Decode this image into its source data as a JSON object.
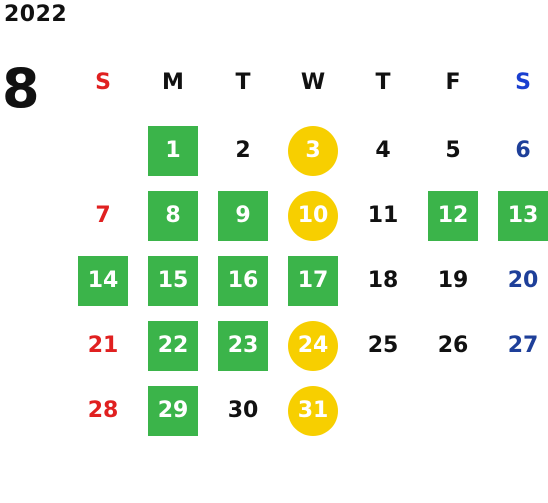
{
  "year": "2022",
  "month": "8",
  "weekdays": [
    "S",
    "M",
    "T",
    "W",
    "T",
    "F",
    "S"
  ],
  "colors": {
    "green": "#3bb44a",
    "yellow": "#f7cf00",
    "sunday": "#e02020",
    "saturday": "#1e3f99"
  },
  "weeks": [
    [
      {
        "day": ""
      },
      {
        "day": "1",
        "mark": "green"
      },
      {
        "day": "2"
      },
      {
        "day": "3",
        "mark": "yellow"
      },
      {
        "day": "4"
      },
      {
        "day": "5"
      },
      {
        "day": "6"
      }
    ],
    [
      {
        "day": "7"
      },
      {
        "day": "8",
        "mark": "green"
      },
      {
        "day": "9",
        "mark": "green"
      },
      {
        "day": "10",
        "mark": "yellow"
      },
      {
        "day": "11"
      },
      {
        "day": "12",
        "mark": "green"
      },
      {
        "day": "13",
        "mark": "green"
      }
    ],
    [
      {
        "day": "14",
        "mark": "green"
      },
      {
        "day": "15",
        "mark": "green"
      },
      {
        "day": "16",
        "mark": "green"
      },
      {
        "day": "17",
        "mark": "green"
      },
      {
        "day": "18"
      },
      {
        "day": "19"
      },
      {
        "day": "20"
      }
    ],
    [
      {
        "day": "21"
      },
      {
        "day": "22",
        "mark": "green"
      },
      {
        "day": "23",
        "mark": "green"
      },
      {
        "day": "24",
        "mark": "yellow"
      },
      {
        "day": "25"
      },
      {
        "day": "26"
      },
      {
        "day": "27"
      }
    ],
    [
      {
        "day": "28"
      },
      {
        "day": "29",
        "mark": "green"
      },
      {
        "day": "30"
      },
      {
        "day": "31",
        "mark": "yellow"
      },
      {
        "day": ""
      },
      {
        "day": ""
      },
      {
        "day": ""
      }
    ]
  ]
}
